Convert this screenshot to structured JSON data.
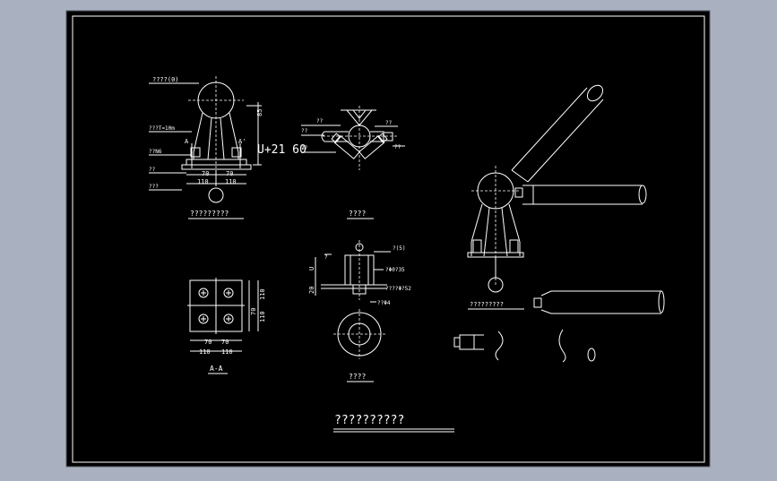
{
  "main_drawing": {
    "labels": {
      "bolt_ball_callout": "????(0)",
      "plate_callout": "???T=10m",
      "section_mark_left": "A",
      "section_mark_right": "A'",
      "weld_callout": "??N6",
      "cone_callout": "??",
      "base_callout": "???",
      "dim_vertical": "85",
      "dim_70_left": "70",
      "dim_70_right": "70",
      "dim_110_left": "110",
      "dim_110_right": "110",
      "dim_big": "U+21 60",
      "title": "?????????"
    }
  },
  "top_view": {
    "labels": {
      "l1": "??",
      "l2": "??",
      "l3": "??",
      "l4": "??",
      "l5": "??",
      "title": "????"
    }
  },
  "section_aa": {
    "labels": {
      "dim_70_a": "70",
      "dim_70_b": "70",
      "dim_110_a": "110",
      "dim_110_b": "110",
      "dim_right_110a": "110",
      "dim_right_70": "70",
      "dim_right_110b": "110",
      "title": "A-A"
    }
  },
  "detail_view": {
    "labels": {
      "top_callout": "?(5)",
      "dim_h1": "U",
      "dim_h2": "20",
      "c1": "?Φ0?35",
      "c2": "????Φ?52",
      "c3": "??Φ4",
      "side_mark": "?",
      "title": "????"
    }
  },
  "iso_view": {
    "labels": {
      "title": "?????????"
    }
  },
  "drawing_title": "??????????"
}
